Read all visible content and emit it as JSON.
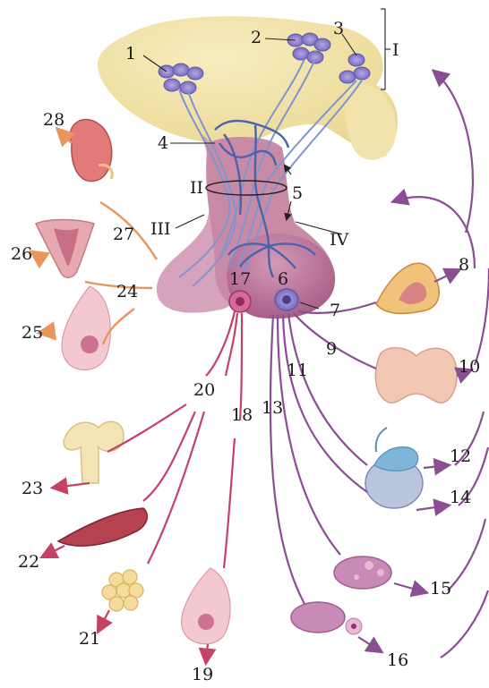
{
  "labels": {
    "n1": "1",
    "n2": "2",
    "n3": "3",
    "n4": "4",
    "n5": "5",
    "n6": "6",
    "n7": "7",
    "n8": "8",
    "n9": "9",
    "n10": "10",
    "n11": "11",
    "n12": "12",
    "n13": "13",
    "n14": "14",
    "n15": "15",
    "n16": "16",
    "n17": "17",
    "n18": "18",
    "n19": "19",
    "n20": "20",
    "n21": "21",
    "n22": "22",
    "n23": "23",
    "n24": "24",
    "n25": "25",
    "n26": "26",
    "n27": "27",
    "n28": "28",
    "rI": "I",
    "rII": "II",
    "rIII": "III",
    "rIV": "IV"
  },
  "colors": {
    "hypothalamus": "#f3e6a6",
    "stalk": "#c98aa6",
    "anterior_lobe": "#b06c93",
    "neurons": "#7f95cf",
    "vessels": "#4b63a8",
    "purple_arrow": "#8a4f92",
    "red_arrow": "#c54266",
    "orange_arrow": "#e9955f"
  }
}
